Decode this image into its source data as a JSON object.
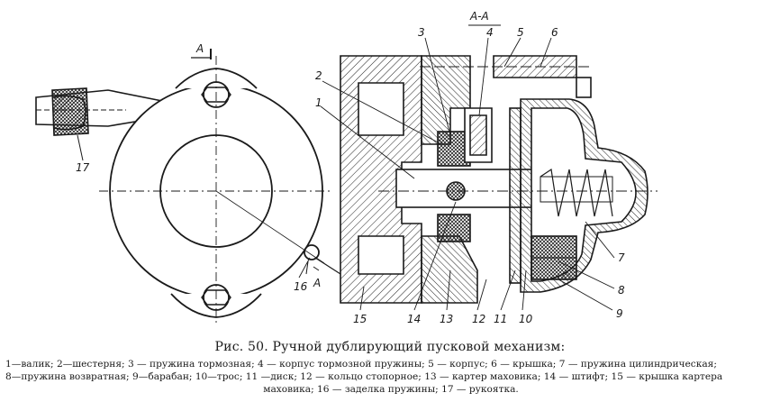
{
  "section_label": "А-А",
  "cut_marker": "А",
  "callouts": [
    "1",
    "2",
    "3",
    "4",
    "5",
    "6",
    "7",
    "8",
    "9",
    "10",
    "11",
    "12",
    "13",
    "14",
    "15",
    "16",
    "17"
  ],
  "caption": {
    "title": "Рис. 50. Ручной дублирующий пусковой механизм:",
    "legend_line1": "1—валик; 2—шестерня; 3 — пружина тормозная; 4 — корпус тормозной пружины; 5 — корпус; 6 — крышка; 7 — пружина цилиндрическая;",
    "legend_line2": "8—пружина возвратная; 9—барабан; 10—трос; 11 —диск; 12 — кольцо стопорное; 13 — картер маховика; 14 — штифт; 15 — крышка картера",
    "legend_line3": "маховика; 16 — заделка пружины; 17 — рукоятка."
  }
}
